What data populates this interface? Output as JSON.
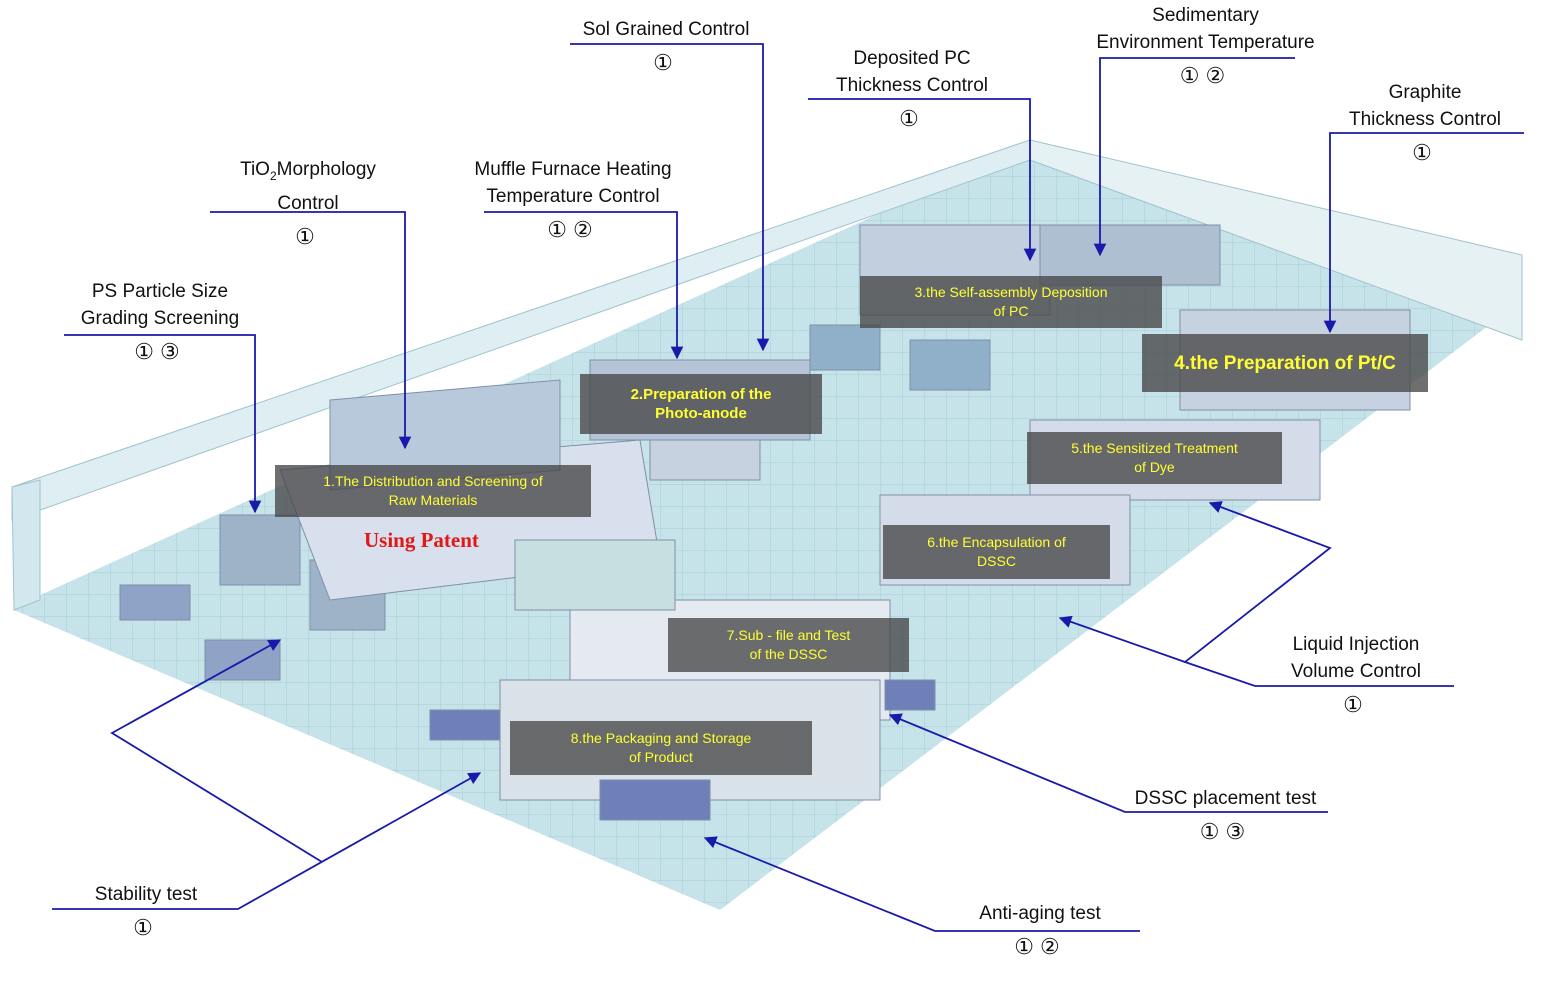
{
  "annotations": {
    "ps_particle": {
      "line1": "PS Particle Size",
      "line2": "Grading Screening",
      "codes": "①③"
    },
    "tio2": {
      "line1_prefix": "TiO",
      "line1_sub": "2",
      "line1_suffix": "Morphology",
      "line2": "Control",
      "codes": "①"
    },
    "muffle": {
      "line1": "Muffle Furnace Heating",
      "line2": "Temperature Control",
      "codes": "①②"
    },
    "sol": {
      "line1": "Sol Grained Control",
      "codes": "①"
    },
    "deposited_pc": {
      "line1": "Deposited PC",
      "line2": "Thickness Control",
      "codes": "①"
    },
    "sedimentary": {
      "line1": "Sedimentary",
      "line2": "Environment Temperature",
      "codes": "①②"
    },
    "graphite": {
      "line1": "Graphite",
      "line2": "Thickness Control",
      "codes": "①"
    },
    "liquid": {
      "line1": "Liquid Injection",
      "line2": "Volume Control",
      "codes": "①"
    },
    "dssc_placement": {
      "line1": "DSSC placement test",
      "codes": "①③"
    },
    "anti_aging": {
      "line1": "Anti-aging test",
      "codes": "①②"
    },
    "stability": {
      "line1": "Stability test",
      "codes": "①"
    }
  },
  "stages": {
    "s1": {
      "line1": "1.The Distribution and Screening of",
      "line2": "Raw Materials"
    },
    "s2": {
      "line1": "2.Preparation of the",
      "line2": "Photo-anode"
    },
    "s3": {
      "line1": "3.the Self-assembly Deposition",
      "line2": "of PC"
    },
    "s4": {
      "line1": "4.the Preparation of Pt/C"
    },
    "s5": {
      "line1": "5.the Sensitized Treatment",
      "line2": "of Dye"
    },
    "s6": {
      "line1": "6.the Encapsulation of",
      "line2": "DSSC"
    },
    "s7": {
      "line1": "7.Sub - file and Test",
      "line2": "of the DSSC"
    },
    "s8": {
      "line1": "8.the Packaging and Storage",
      "line2": "of Product"
    }
  },
  "patent_label": "Using Patent",
  "colors": {
    "leader": "#1a1aaa",
    "floor": "#c4e2ea",
    "wall": "#e8f2f5",
    "stage_text": "#ffff33",
    "patent": "#e01818"
  }
}
